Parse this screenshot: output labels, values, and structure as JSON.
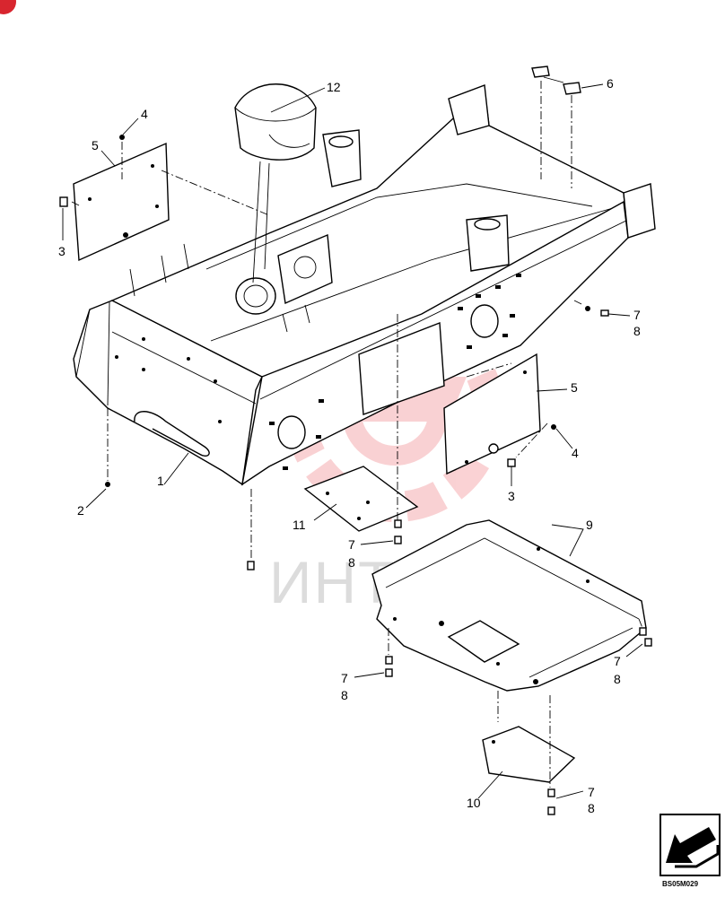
{
  "badge": {
    "color": "#d8262f"
  },
  "watermark": {
    "text": "ИНТЕХ",
    "color": "#e8333a"
  },
  "callouts": {
    "c1": "1",
    "c2": "2",
    "c3a": "3",
    "c3b": "3",
    "c4a": "4",
    "c4b": "4",
    "c5a": "5",
    "c5b": "5",
    "c6": "6",
    "c7a": "7",
    "c7b": "7",
    "c7c": "7",
    "c7d": "7",
    "c7e": "7",
    "c8a": "8",
    "c8b": "8",
    "c8c": "8",
    "c8d": "8",
    "c8e": "8",
    "c9": "9",
    "c10": "10",
    "c11": "11",
    "c12": "12"
  },
  "drawing_code": "BS05M029",
  "nav": {
    "icon": "arrow-icon"
  }
}
